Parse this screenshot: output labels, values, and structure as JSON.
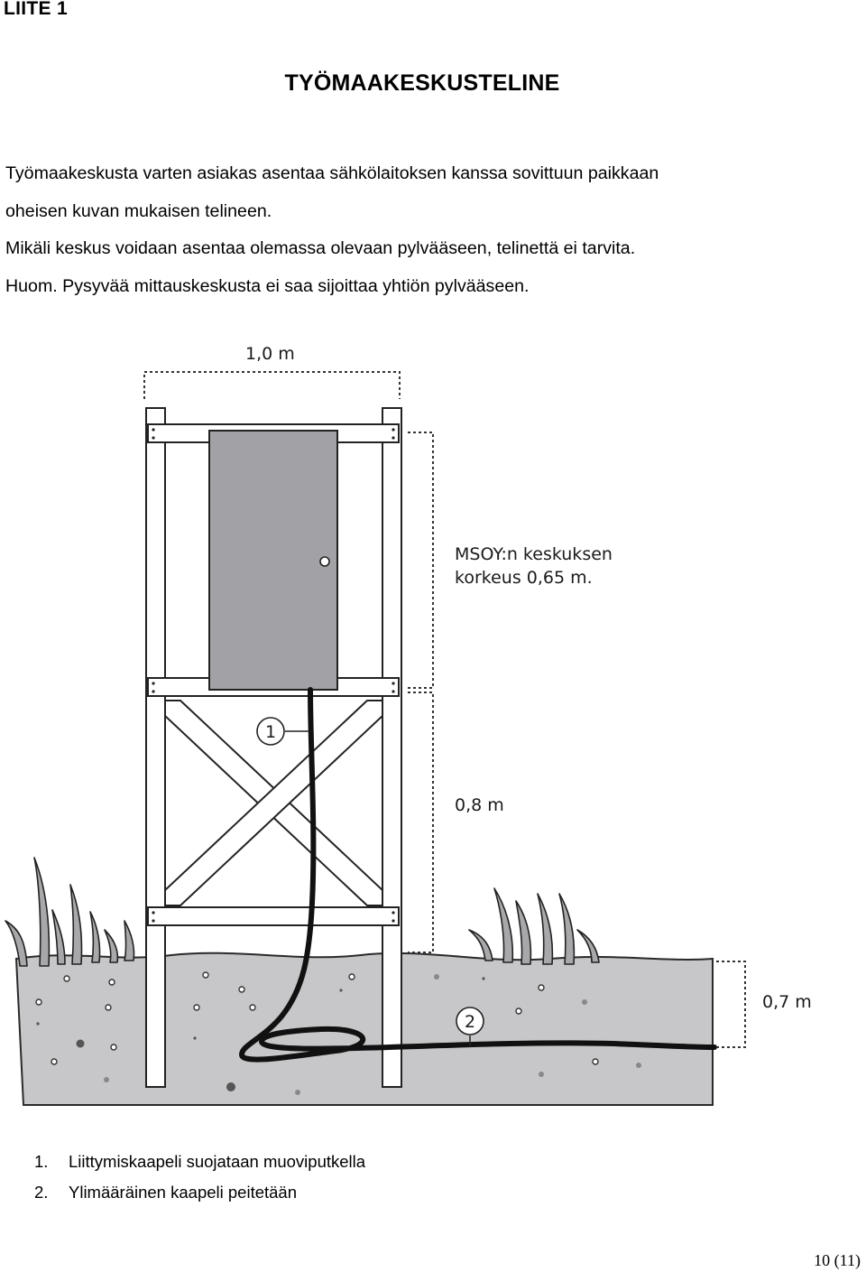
{
  "header": {
    "label": "LIITE 1"
  },
  "title": "TYÖMAAKESKUSTELINE",
  "paragraph_lines": [
    "Työmaakeskusta varten asiakas asentaa sähkölaitoksen kanssa sovittuun paikkaan",
    "oheisen kuvan mukaisen telineen.",
    "Mikäli keskus voidaan asentaa olemassa olevaan pylvääseen, telinettä ei tarvita.",
    "Huom. Pysyvää mittauskeskusta ei saa sijoittaa yhtiön pylvääseen."
  ],
  "figure": {
    "width_label": "1,0 m",
    "center_height_label_line1": "MSOY:n keskuksen",
    "center_height_label_line2": "korkeus 0,65 m.",
    "stand_height_label": "0,8 m",
    "depth_label": "0,7 m",
    "marker1": "1",
    "marker2": "2"
  },
  "legend": [
    {
      "num": "1.",
      "text": "Liittymiskaapeli suojataan muoviputkella"
    },
    {
      "num": "2.",
      "text": "Ylimääräinen kaapeli peitetään"
    }
  ],
  "page_number": "10 (11)"
}
